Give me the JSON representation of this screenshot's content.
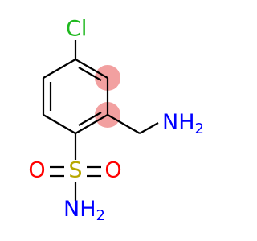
{
  "colors": {
    "carbon_bond": "#000000",
    "chlorine": "#1fb81f",
    "nitrogen": "#0000ff",
    "oxygen": "#ff0000",
    "sulfur": "#b8a800",
    "highlight": "#f2a0a0"
  },
  "atoms": {
    "chlorine": {
      "symbol": "Cl"
    },
    "amine_n": {
      "symbol": "NH",
      "subscript": "2"
    },
    "sulfur": {
      "symbol": "S"
    },
    "oxygen_left": {
      "symbol": "O"
    },
    "oxygen_right": {
      "symbol": "O"
    },
    "amide_n": {
      "symbol": "NH",
      "subscript": "2"
    }
  }
}
